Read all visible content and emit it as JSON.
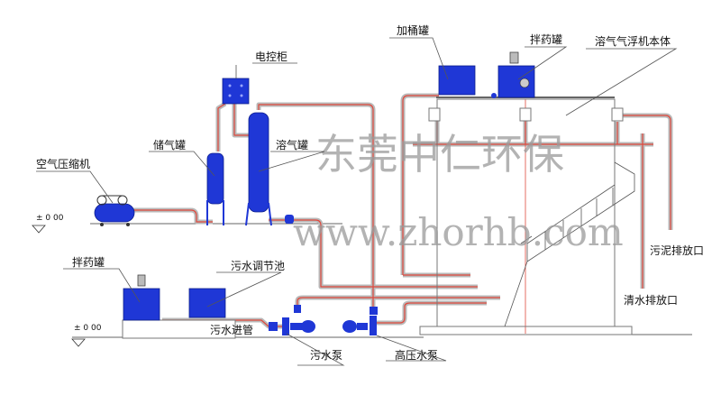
{
  "labels": {
    "dosing_bucket": "加桶罐",
    "mixing_tank_top": "拌药罐",
    "flotation_body": "溶气气浮机本体",
    "control_cabinet": "电控柜",
    "air_storage_tank": "储气罐",
    "dissolved_air_tank": "溶气罐",
    "air_compressor": "空气压缩机",
    "sludge_outlet": "污泥排放口",
    "clear_water_outlet": "清水排放口",
    "mixing_tank_bottom": "拌药罐",
    "sewage_regulating_tank": "污水调节池",
    "sewage_inlet_pipe": "污水进管",
    "sewage_pump": "污水泵",
    "high_pressure_pump": "高压水泵",
    "level_upper": "± 0 00",
    "level_lower": "± 0 00"
  },
  "watermark": {
    "company": "东莞中仁环保",
    "website": "www.zhorhb.com"
  },
  "colors": {
    "equipment": "#1f37d6",
    "pipe": "#b9b9b9",
    "pipe_core": "#e0483c"
  }
}
